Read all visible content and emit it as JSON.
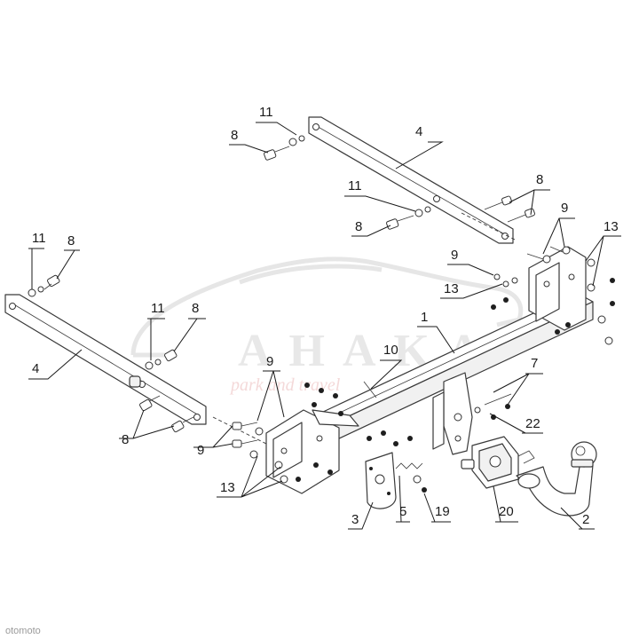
{
  "callouts": {
    "c1": "1",
    "c2": "2",
    "c3": "3",
    "c4a": "4",
    "c4b": "4",
    "c5": "5",
    "c7": "7",
    "c8a": "8",
    "c8b": "8",
    "c8c": "8",
    "c8d": "8",
    "c8e": "8",
    "c8f": "8",
    "c9a": "9",
    "c9b": "9",
    "c9c": "9",
    "c9d": "9",
    "c10": "10",
    "c11a": "11",
    "c11b": "11",
    "c11c": "11",
    "c11d": "11",
    "c13a": "13",
    "c13b": "13",
    "c13c": "13",
    "c19": "19",
    "c20": "20",
    "c22": "22"
  },
  "watermark": {
    "brand": "AHAKA",
    "tagline": "park and travel"
  },
  "corner_mark": "otomoto",
  "colors": {
    "line": "#3a3a3a",
    "text": "#1a1a1a",
    "watermark_grey": "#e8e8e8",
    "watermark_pink": "#f4d9d9"
  }
}
